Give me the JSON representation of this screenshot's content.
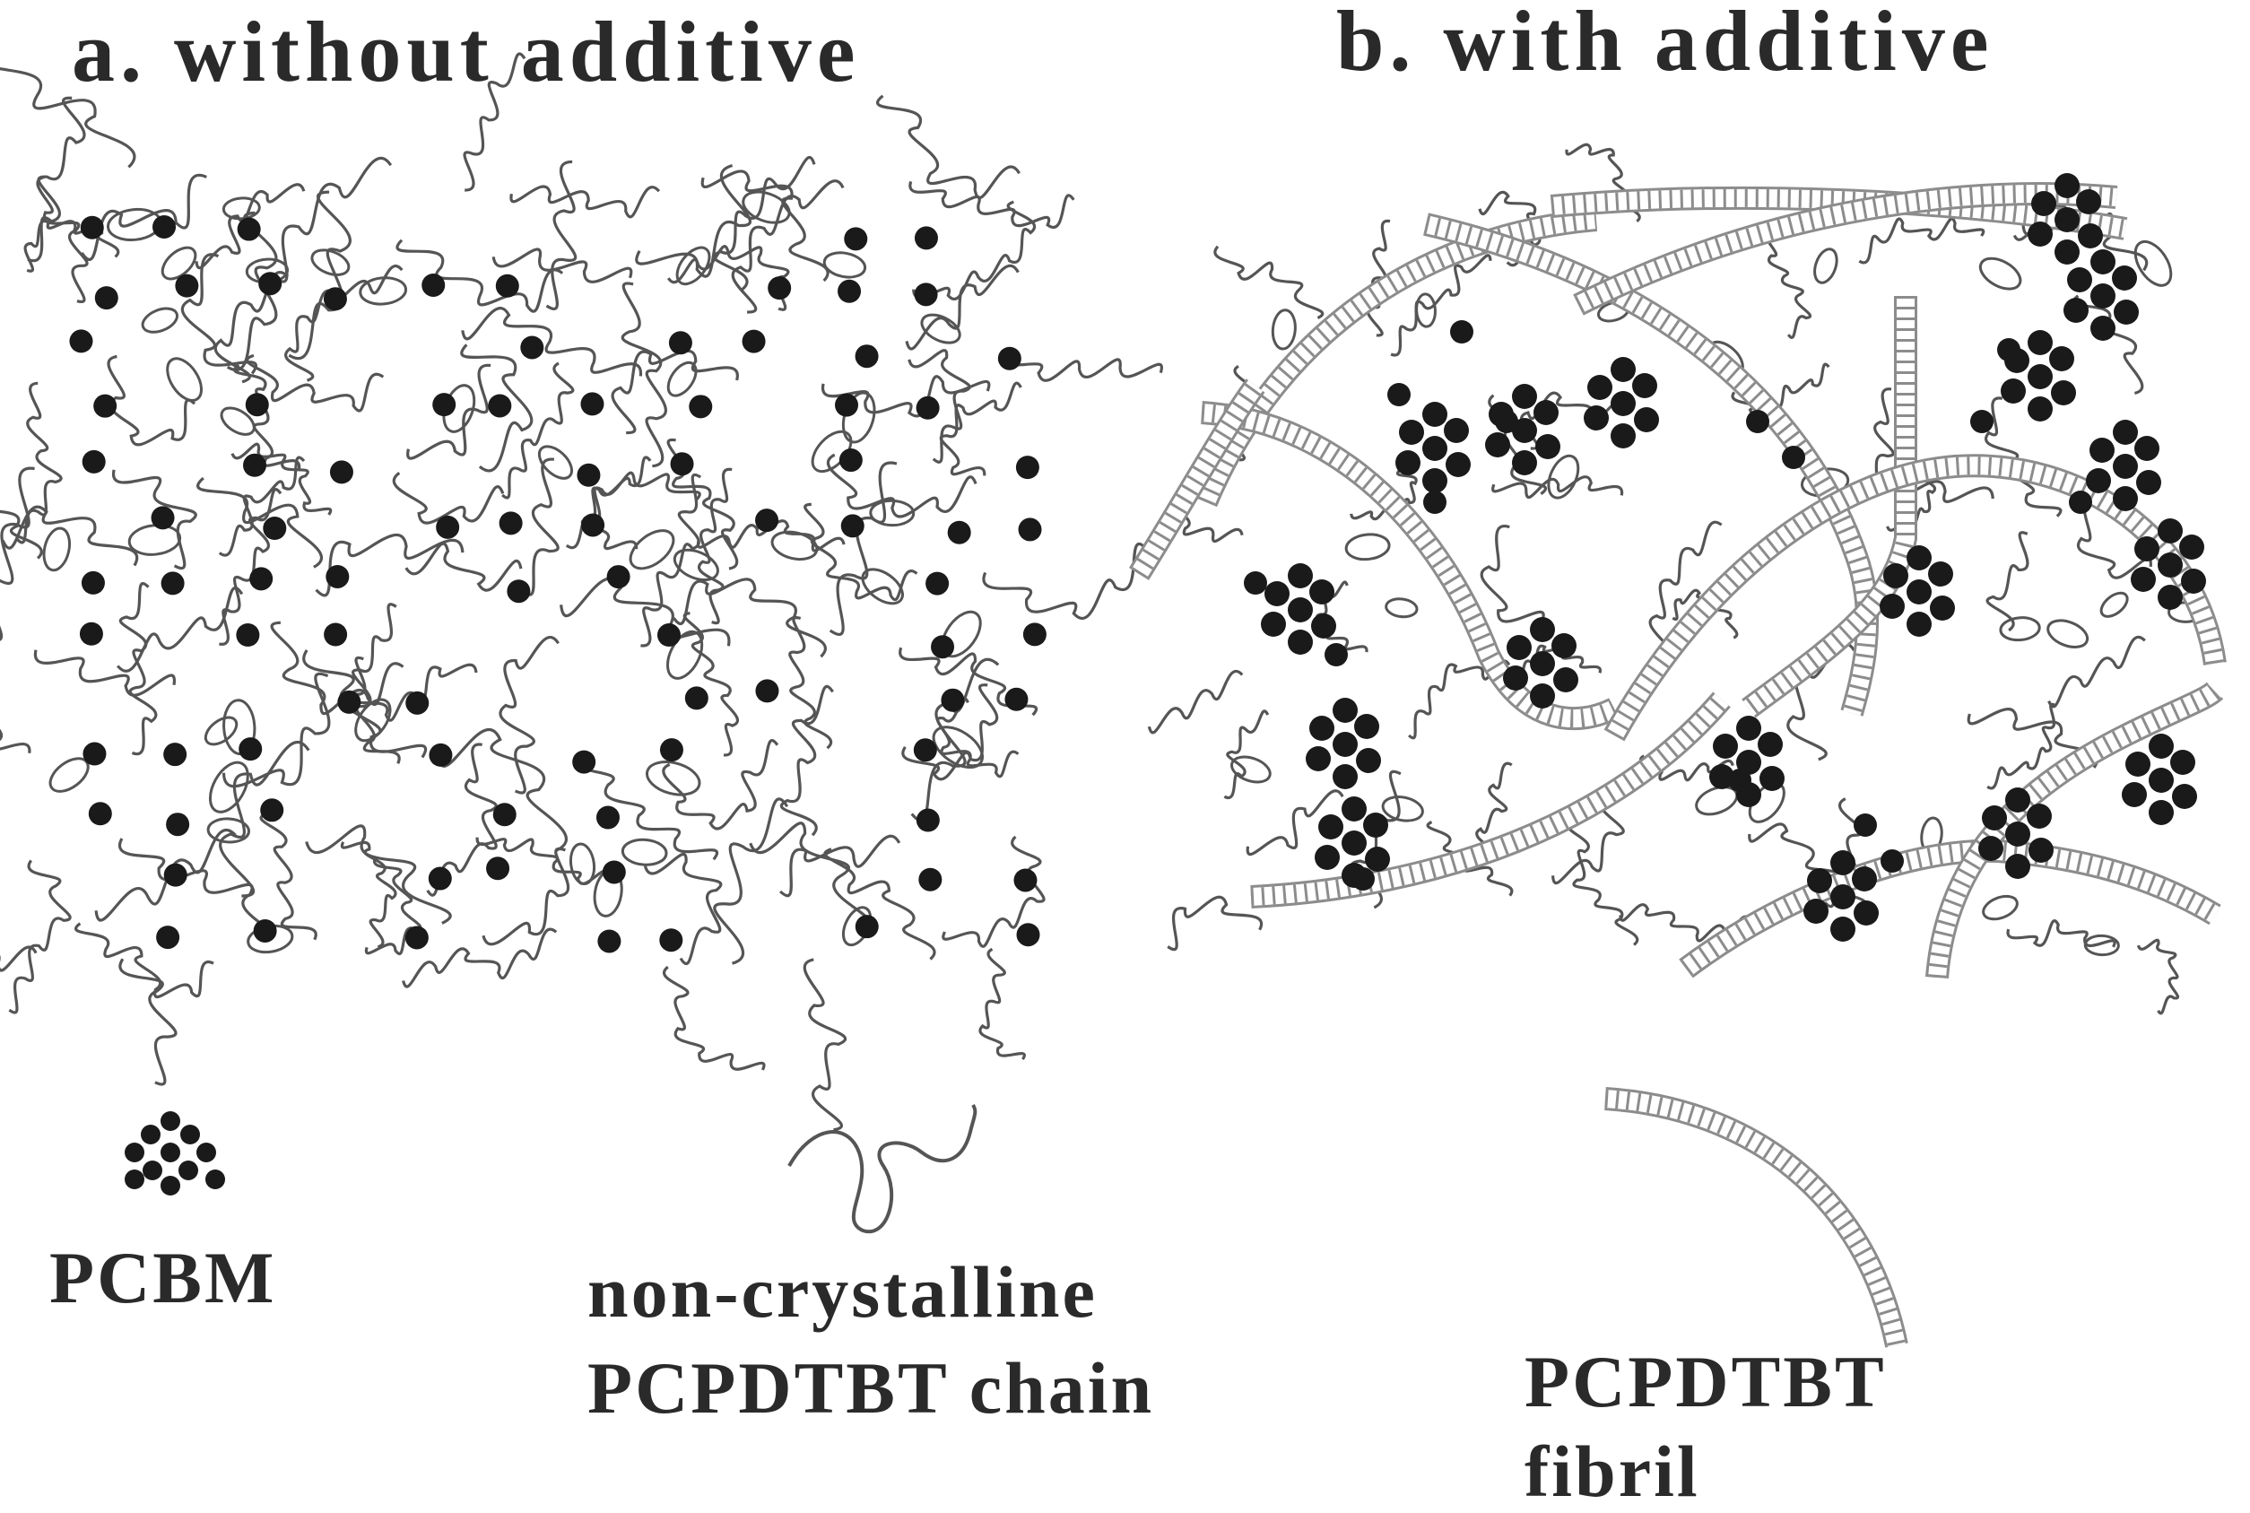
{
  "panels": {
    "a": {
      "title": "a.  without additive"
    },
    "b": {
      "title": "b.  with additive"
    }
  },
  "legend": {
    "pcbm": {
      "label": "PCBM",
      "icon": "pcbm-cluster-icon"
    },
    "chain": {
      "label_line1": "non-crystalline",
      "label_line2": "PCPDTBT chain",
      "icon": "polymer-chain-icon"
    },
    "fibril": {
      "label_line1": "PCPDTBT",
      "label_line2": "fibril",
      "icon": "fibril-icon"
    }
  },
  "colors": {
    "chain": "#555555",
    "fibril": "#8c8c8c",
    "pcbm": "#1a1a1a",
    "text": "#2a2a2a"
  }
}
